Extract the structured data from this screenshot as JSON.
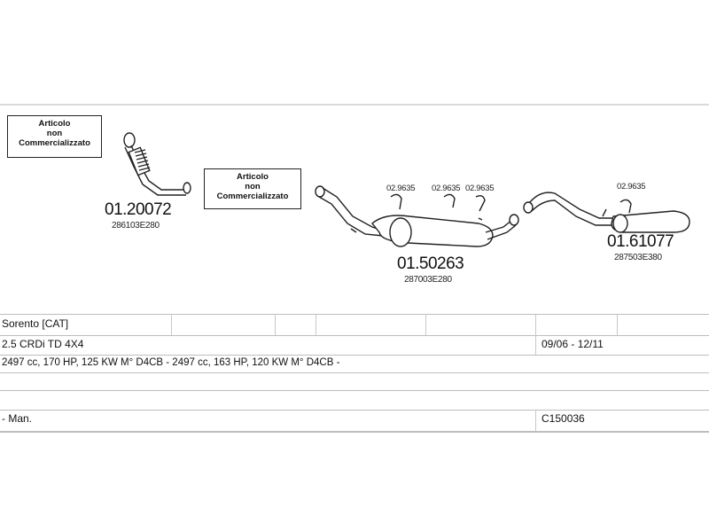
{
  "not_sold_label": [
    "Articolo",
    "non",
    "Commercializzato"
  ],
  "parts": [
    {
      "number": "01.20072",
      "oem": "286103E280"
    },
    {
      "number": "01.50263",
      "oem": "287003E280"
    },
    {
      "number": "01.61077",
      "oem": "287503E380"
    }
  ],
  "clamps": [
    "02.9635",
    "02.9635",
    "02.9635",
    "02.9635"
  ],
  "vehicle": {
    "model": "Sorento  [CAT]",
    "engine": "2.5 CRDi TD 4X4",
    "years": "09/06 - 12/11",
    "specs": "2497 cc, 170 HP, 125 KW M° D4CB - 2497 cc, 163 HP, 120 KW M° D4CB -",
    "transmission": "- Man.",
    "code": "C150036"
  }
}
